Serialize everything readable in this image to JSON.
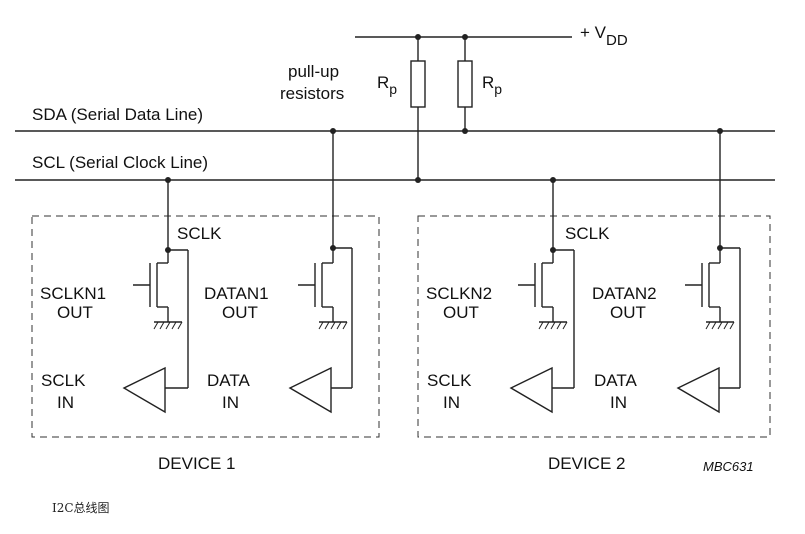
{
  "vdd": {
    "prefix": "+ V",
    "sub": "DD"
  },
  "pullup": {
    "line1": "pull-up",
    "line2": "resistors"
  },
  "resistor": {
    "main": "R",
    "sub": "p"
  },
  "bus": {
    "sda": "SDA (Serial Data Line)",
    "scl": "SCL (Serial Clock Line)"
  },
  "devices": [
    {
      "sclk": "SCLK",
      "sclkn": [
        "SCLKN1",
        "OUT"
      ],
      "datan": [
        "DATAN1",
        "OUT"
      ],
      "sclk_in": [
        "SCLK",
        "IN"
      ],
      "data_in": [
        "DATA",
        "IN"
      ],
      "name": "DEVICE 1"
    },
    {
      "sclk": "SCLK",
      "sclkn": [
        "SCLKN2",
        "OUT"
      ],
      "datan": [
        "DATAN2",
        "OUT"
      ],
      "sclk_in": [
        "SCLK",
        "IN"
      ],
      "data_in": [
        "DATA",
        "IN"
      ],
      "name": "DEVICE 2"
    }
  ],
  "code": "MBC631",
  "caption": "I2C总线图"
}
